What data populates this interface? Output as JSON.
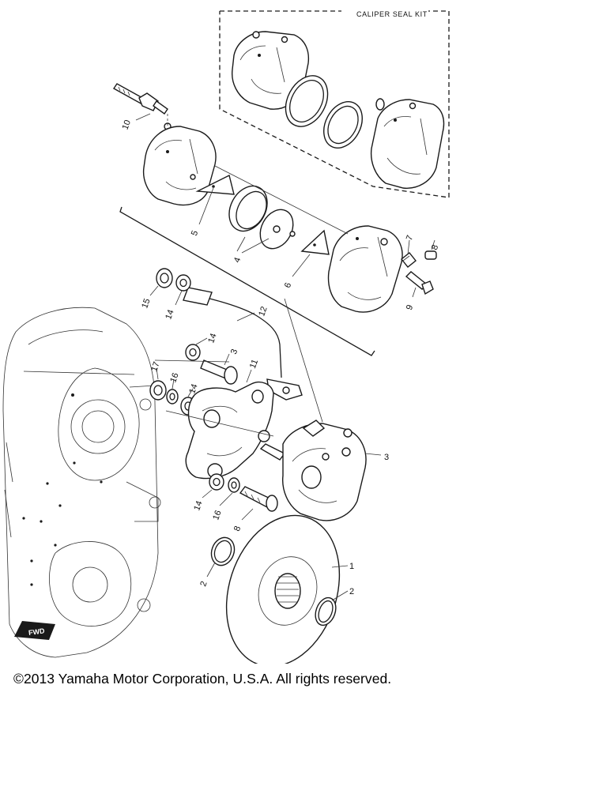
{
  "kit_label": "CALIPER SEAL KIT",
  "copyright": "©2013 Yamaha Motor Corporation, U.S.A. All rights reserved.",
  "fwd_label": "FWD",
  "callouts": {
    "c1": "1",
    "c2a": "2",
    "c2b": "2",
    "c3a": "3",
    "c3b": "3",
    "c4": "4",
    "c5": "5",
    "c6": "6",
    "c7": "7",
    "c8a": "8",
    "c8b": "8",
    "c9": "9",
    "c10": "10",
    "c11": "11",
    "c12": "12",
    "c14a": "14",
    "c14b": "14",
    "c14c": "14",
    "c14d": "14",
    "c15": "15",
    "c16a": "16",
    "c16b": "16",
    "c17": "17"
  }
}
